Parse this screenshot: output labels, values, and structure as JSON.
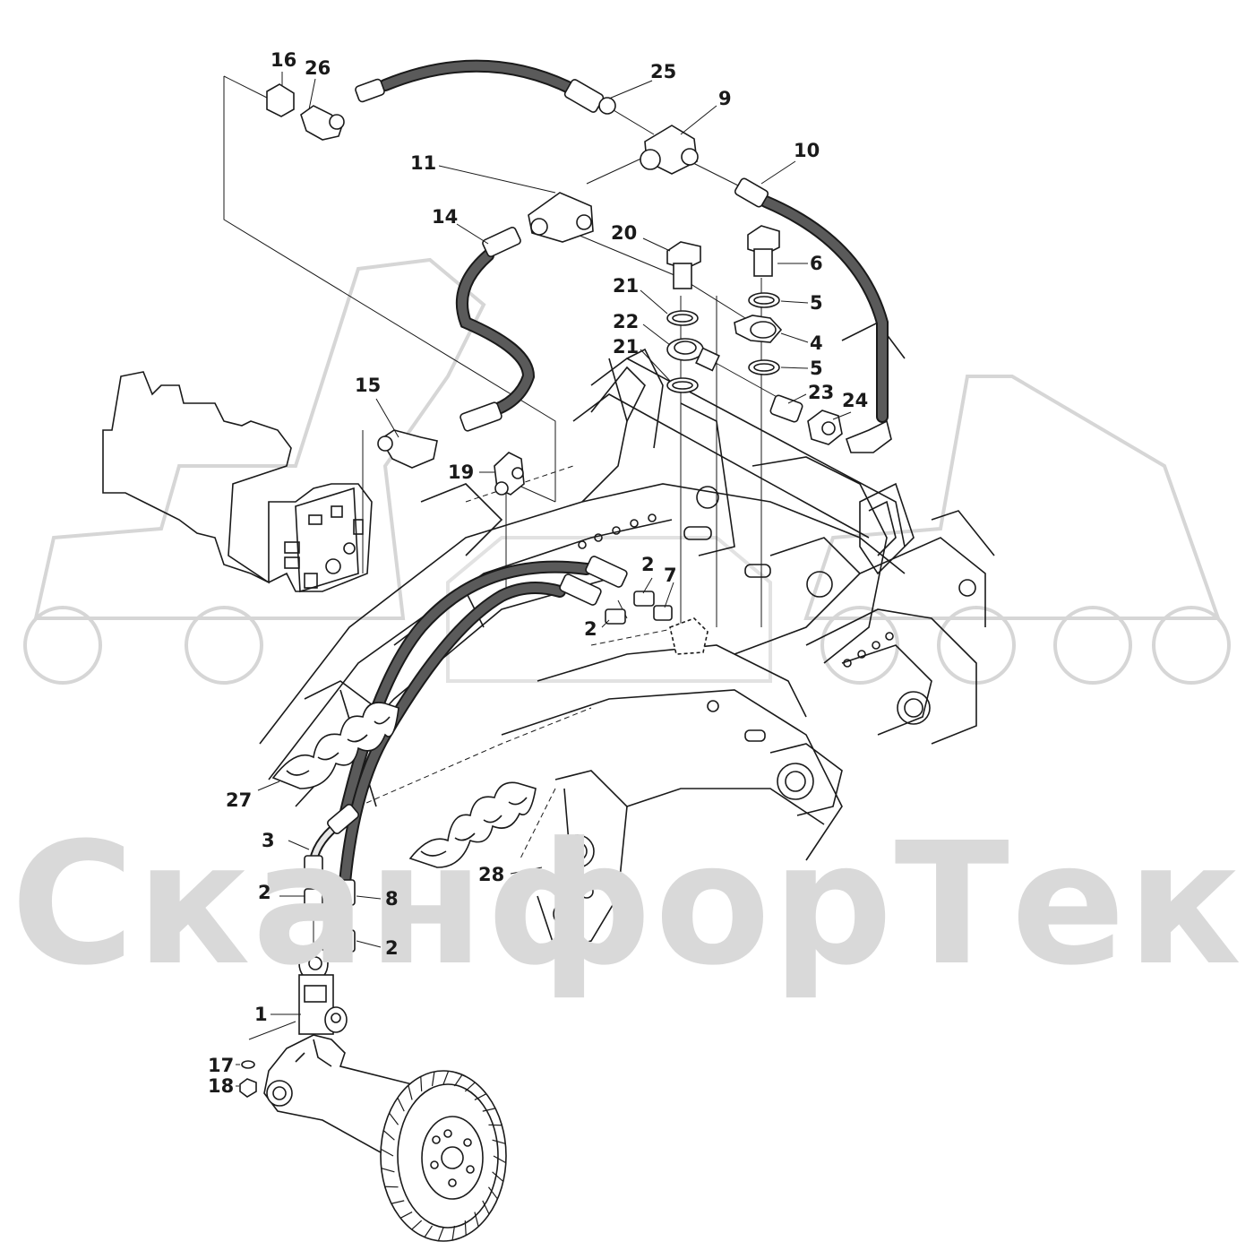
{
  "watermark": {
    "text": "СканфорТек",
    "color": "#d9d9d9"
  },
  "colors": {
    "line": "#1a1a1a",
    "hose": "#4a4a4a",
    "faint": "#bdbdbd",
    "background": "#ffffff"
  },
  "callouts": [
    {
      "id": "c16",
      "label": "16"
    },
    {
      "id": "c26",
      "label": "26"
    },
    {
      "id": "c25",
      "label": "25"
    },
    {
      "id": "c9",
      "label": "9"
    },
    {
      "id": "c10",
      "label": "10"
    },
    {
      "id": "c11",
      "label": "11"
    },
    {
      "id": "c14",
      "label": "14"
    },
    {
      "id": "c20",
      "label": "20"
    },
    {
      "id": "c6",
      "label": "6"
    },
    {
      "id": "c21a",
      "label": "21"
    },
    {
      "id": "c5a",
      "label": "5"
    },
    {
      "id": "c22",
      "label": "22"
    },
    {
      "id": "c4",
      "label": "4"
    },
    {
      "id": "c21b",
      "label": "21"
    },
    {
      "id": "c5b",
      "label": "5"
    },
    {
      "id": "c15",
      "label": "15"
    },
    {
      "id": "c23",
      "label": "23"
    },
    {
      "id": "c24",
      "label": "24"
    },
    {
      "id": "c19",
      "label": "19"
    },
    {
      "id": "c2a",
      "label": "2"
    },
    {
      "id": "c7",
      "label": "7"
    },
    {
      "id": "c2b",
      "label": "2"
    },
    {
      "id": "c27",
      "label": "27"
    },
    {
      "id": "c3",
      "label": "3"
    },
    {
      "id": "c28",
      "label": "28"
    },
    {
      "id": "c2c",
      "label": "2"
    },
    {
      "id": "c8",
      "label": "8"
    },
    {
      "id": "c2d",
      "label": "2"
    },
    {
      "id": "c1",
      "label": "1"
    },
    {
      "id": "c17",
      "label": "17"
    },
    {
      "id": "c18",
      "label": "18"
    }
  ]
}
